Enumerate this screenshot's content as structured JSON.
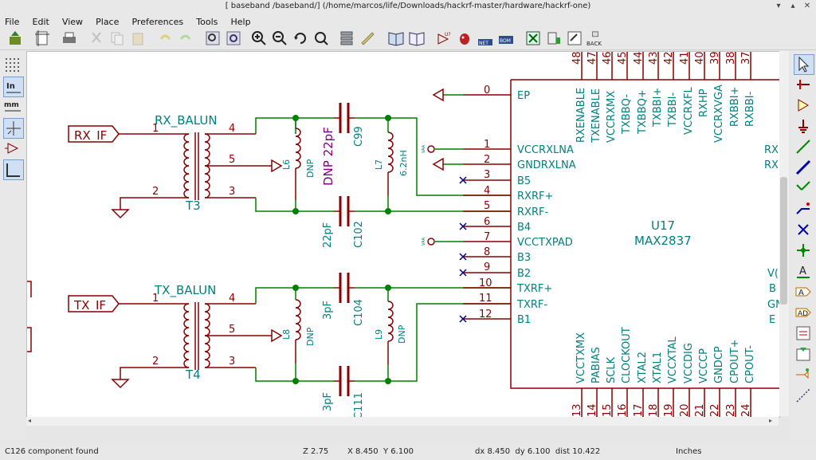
{
  "window": {
    "title": "[ baseband /baseband/] (/home/marcos/life/Downloads/hackrf-master/hardware/hackrf-one)"
  },
  "menu": {
    "items": [
      "File",
      "Edit",
      "View",
      "Place",
      "Preferences",
      "Tools",
      "Help"
    ]
  },
  "toolbar": {
    "back_label": "BACK",
    "icons": [
      "new-sheet",
      "page-settings",
      "print",
      "cut",
      "copy",
      "paste",
      "undo",
      "redo",
      "zoom-in",
      "zoom-out",
      "zoom-redraw",
      "zoom-fit",
      "find",
      "netlist",
      "annotate",
      "erc",
      "bom",
      "library-editor",
      "library-browser",
      "footprint-assign",
      "pcb"
    ]
  },
  "schematic": {
    "colors": {
      "wire": "#008000",
      "component": "#8b0000",
      "label": "#008080",
      "ref": "#008080",
      "value": "#008080",
      "dnp_value": "#800080",
      "noconnect": "#000080"
    },
    "rx_label": "RX_IF",
    "tx_label": "TX_IF",
    "rx_balun": "RX_BALUN",
    "tx_balun": "TX_BALUN",
    "t3": "T3",
    "t4": "T4",
    "balun_pins": [
      "1",
      "2",
      "3",
      "4",
      "5"
    ],
    "c99": {
      "ref": "C99",
      "value": "DNP 22pF"
    },
    "c102": {
      "ref": "C102",
      "value": "22pF"
    },
    "c104": {
      "ref": "C104",
      "value": "3pF"
    },
    "c111": {
      "ref": "C111",
      "value": "3pF"
    },
    "l6": {
      "ref": "L6",
      "value": "DNP"
    },
    "l7": {
      "ref": "L7",
      "value": "6.2nH"
    },
    "l8": {
      "ref": "L8",
      "value": "DNP"
    },
    "l9": {
      "ref": "L9",
      "value": "DNP"
    },
    "u17": {
      "ref": "U17",
      "value": "MAX2837"
    },
    "vaa": "VAA",
    "left_pins": [
      {
        "num": "0",
        "name": "EP"
      },
      {
        "num": "1",
        "name": "VCCRXLNA"
      },
      {
        "num": "2",
        "name": "GNDRXLNA"
      },
      {
        "num": "3",
        "name": "B5"
      },
      {
        "num": "4",
        "name": "RXRF+"
      },
      {
        "num": "5",
        "name": "RXRF-"
      },
      {
        "num": "6",
        "name": "B4"
      },
      {
        "num": "7",
        "name": "VCCTXPAD"
      },
      {
        "num": "8",
        "name": "B3"
      },
      {
        "num": "9",
        "name": "B2"
      },
      {
        "num": "10",
        "name": "TXRF+"
      },
      {
        "num": "11",
        "name": "TXRF-"
      },
      {
        "num": "12",
        "name": "B1"
      }
    ],
    "top_pins": [
      {
        "num": "48",
        "name": "RXENABLE"
      },
      {
        "num": "47",
        "name": "TXENABLE"
      },
      {
        "num": "46",
        "name": "VCCRXMX"
      },
      {
        "num": "45",
        "name": "TXBBQ-"
      },
      {
        "num": "44",
        "name": "TXBBQ+"
      },
      {
        "num": "43",
        "name": "TXBBI+"
      },
      {
        "num": "42",
        "name": "TXBBI-"
      },
      {
        "num": "41",
        "name": "VCCRXFL"
      },
      {
        "num": "40",
        "name": "RXHP"
      },
      {
        "num": "39",
        "name": "VCCRXVGA"
      },
      {
        "num": "38",
        "name": "RXBBI+"
      },
      {
        "num": "37",
        "name": "RXBBI-"
      }
    ],
    "bottom_pins": [
      {
        "num": "13",
        "name": "VCCTXMX"
      },
      {
        "num": "14",
        "name": "PABIAS"
      },
      {
        "num": "15",
        "name": "SCLK"
      },
      {
        "num": "16",
        "name": "CLOCKOUT"
      },
      {
        "num": "17",
        "name": "XTAL2"
      },
      {
        "num": "18",
        "name": "XTAL1"
      },
      {
        "num": "19",
        "name": "VCCXTAL"
      },
      {
        "num": "20",
        "name": "VCCDIG"
      },
      {
        "num": "21",
        "name": "VCCCP"
      },
      {
        "num": "22",
        "name": "GNDCP"
      },
      {
        "num": "23",
        "name": "CPOUT+"
      },
      {
        "num": "24",
        "name": "CPOUT-"
      }
    ],
    "right_partial": [
      "RX",
      "RX",
      "V(",
      "B",
      "GN",
      "E"
    ]
  },
  "status": {
    "message": "C126 component found",
    "zoom": "Z 2.75",
    "xy": "X 8.450  Y 6.100",
    "delta": "dx 8.450  dy 6.100  dist 10.422",
    "units": "Inches"
  }
}
